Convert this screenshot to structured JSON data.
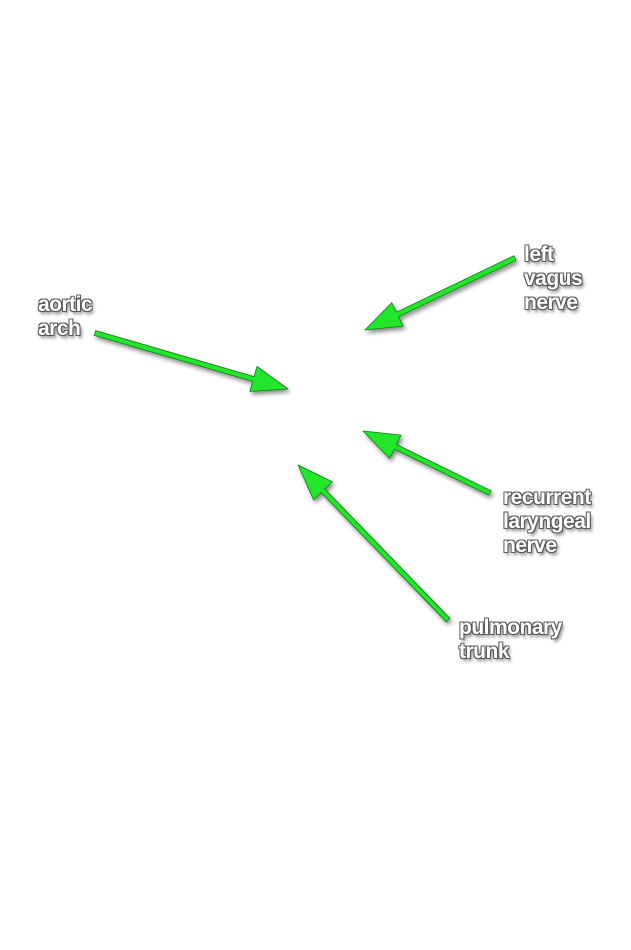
{
  "labels": {
    "aortic_arch": [
      "aortic",
      "arch"
    ],
    "left_vagus_nerve": [
      "left",
      "vagus",
      "nerve"
    ],
    "recurrent_laryngeal_nerve": [
      "recurrent",
      "laryngeal",
      "nerve"
    ],
    "pulmonary_trunk": [
      "pulmonary",
      "trunk"
    ]
  },
  "colors": {
    "arrow": "#22e62a",
    "arrow_outline": "#0f7a14",
    "label_text": "#ffffff",
    "label_shadow": "#5a5a5a",
    "background": "#ffffff"
  }
}
